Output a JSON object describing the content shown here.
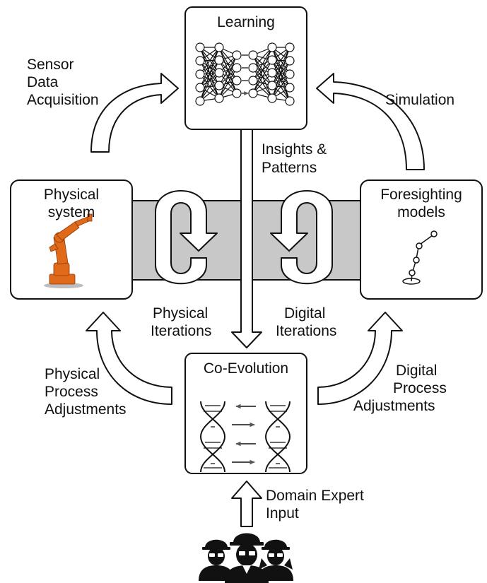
{
  "nodes": {
    "learning": {
      "title": "Learning"
    },
    "physical": {
      "title_line1": "Physical",
      "title_line2": "system"
    },
    "foresighting": {
      "title_line1": "Foresighting",
      "title_line2": "models"
    },
    "coevolution": {
      "title": "Co-Evolution"
    }
  },
  "edges": {
    "sensor": {
      "line1": "Sensor",
      "line2": "Data",
      "line3": "Acquisition"
    },
    "simulation": {
      "line1": "Simulation"
    },
    "insights": {
      "line1": "Insights &",
      "line2": "Patterns"
    },
    "physical_iterations": {
      "line1": "Physical",
      "line2": "Iterations"
    },
    "digital_iterations": {
      "line1": "Digital",
      "line2": "Iterations"
    },
    "physical_adjust": {
      "line1": "Physical",
      "line2": "Process",
      "line3": "Adjustments"
    },
    "digital_adjust": {
      "line1": "Digital",
      "line2": "Process",
      "line3": "Adjustments"
    },
    "domain": {
      "line1": "Domain Expert",
      "line2": "Input"
    }
  },
  "icons": [
    "neural-network-icon",
    "industrial-robot-icon",
    "stick-robot-arm-icon",
    "dna-helix-icon",
    "expert-workers-icon"
  ],
  "colors": {
    "band": "#c8c8c8",
    "robot": "#e06a1a",
    "stroke": "#111111"
  }
}
